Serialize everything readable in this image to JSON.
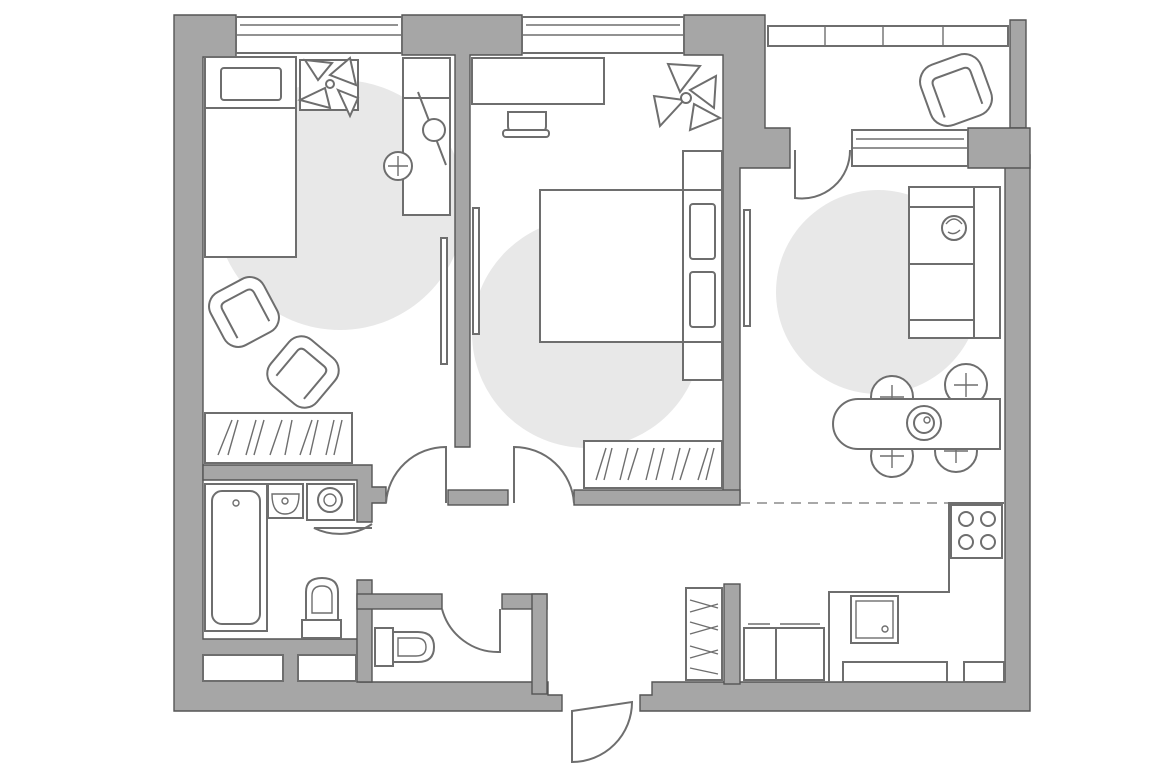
{
  "plan": {
    "rooms": [
      {
        "id": "bedroom-1",
        "items": [
          "single-bed",
          "desk",
          "desk-chair",
          "armchair",
          "armchair",
          "wardrobe",
          "plant"
        ]
      },
      {
        "id": "bedroom-2",
        "items": [
          "double-bed",
          "desk",
          "desk-chair",
          "wardrobe",
          "plant"
        ]
      },
      {
        "id": "living-room",
        "items": [
          "sofa",
          "armchair",
          "dining-table",
          "chairs",
          "cat"
        ]
      },
      {
        "id": "kitchen",
        "items": [
          "cooktop",
          "sink",
          "counter"
        ]
      },
      {
        "id": "bathroom",
        "items": [
          "bathtub",
          "washbasin",
          "washing-machine",
          "toilet"
        ]
      },
      {
        "id": "wc",
        "items": [
          "toilet"
        ]
      },
      {
        "id": "hallway",
        "items": [
          "entrance-door",
          "wardrobe"
        ]
      }
    ],
    "colors": {
      "wall": "#a6a6a6",
      "zone": "#e8e8e8",
      "line": "#6e6e6e",
      "background": "#ffffff"
    }
  }
}
